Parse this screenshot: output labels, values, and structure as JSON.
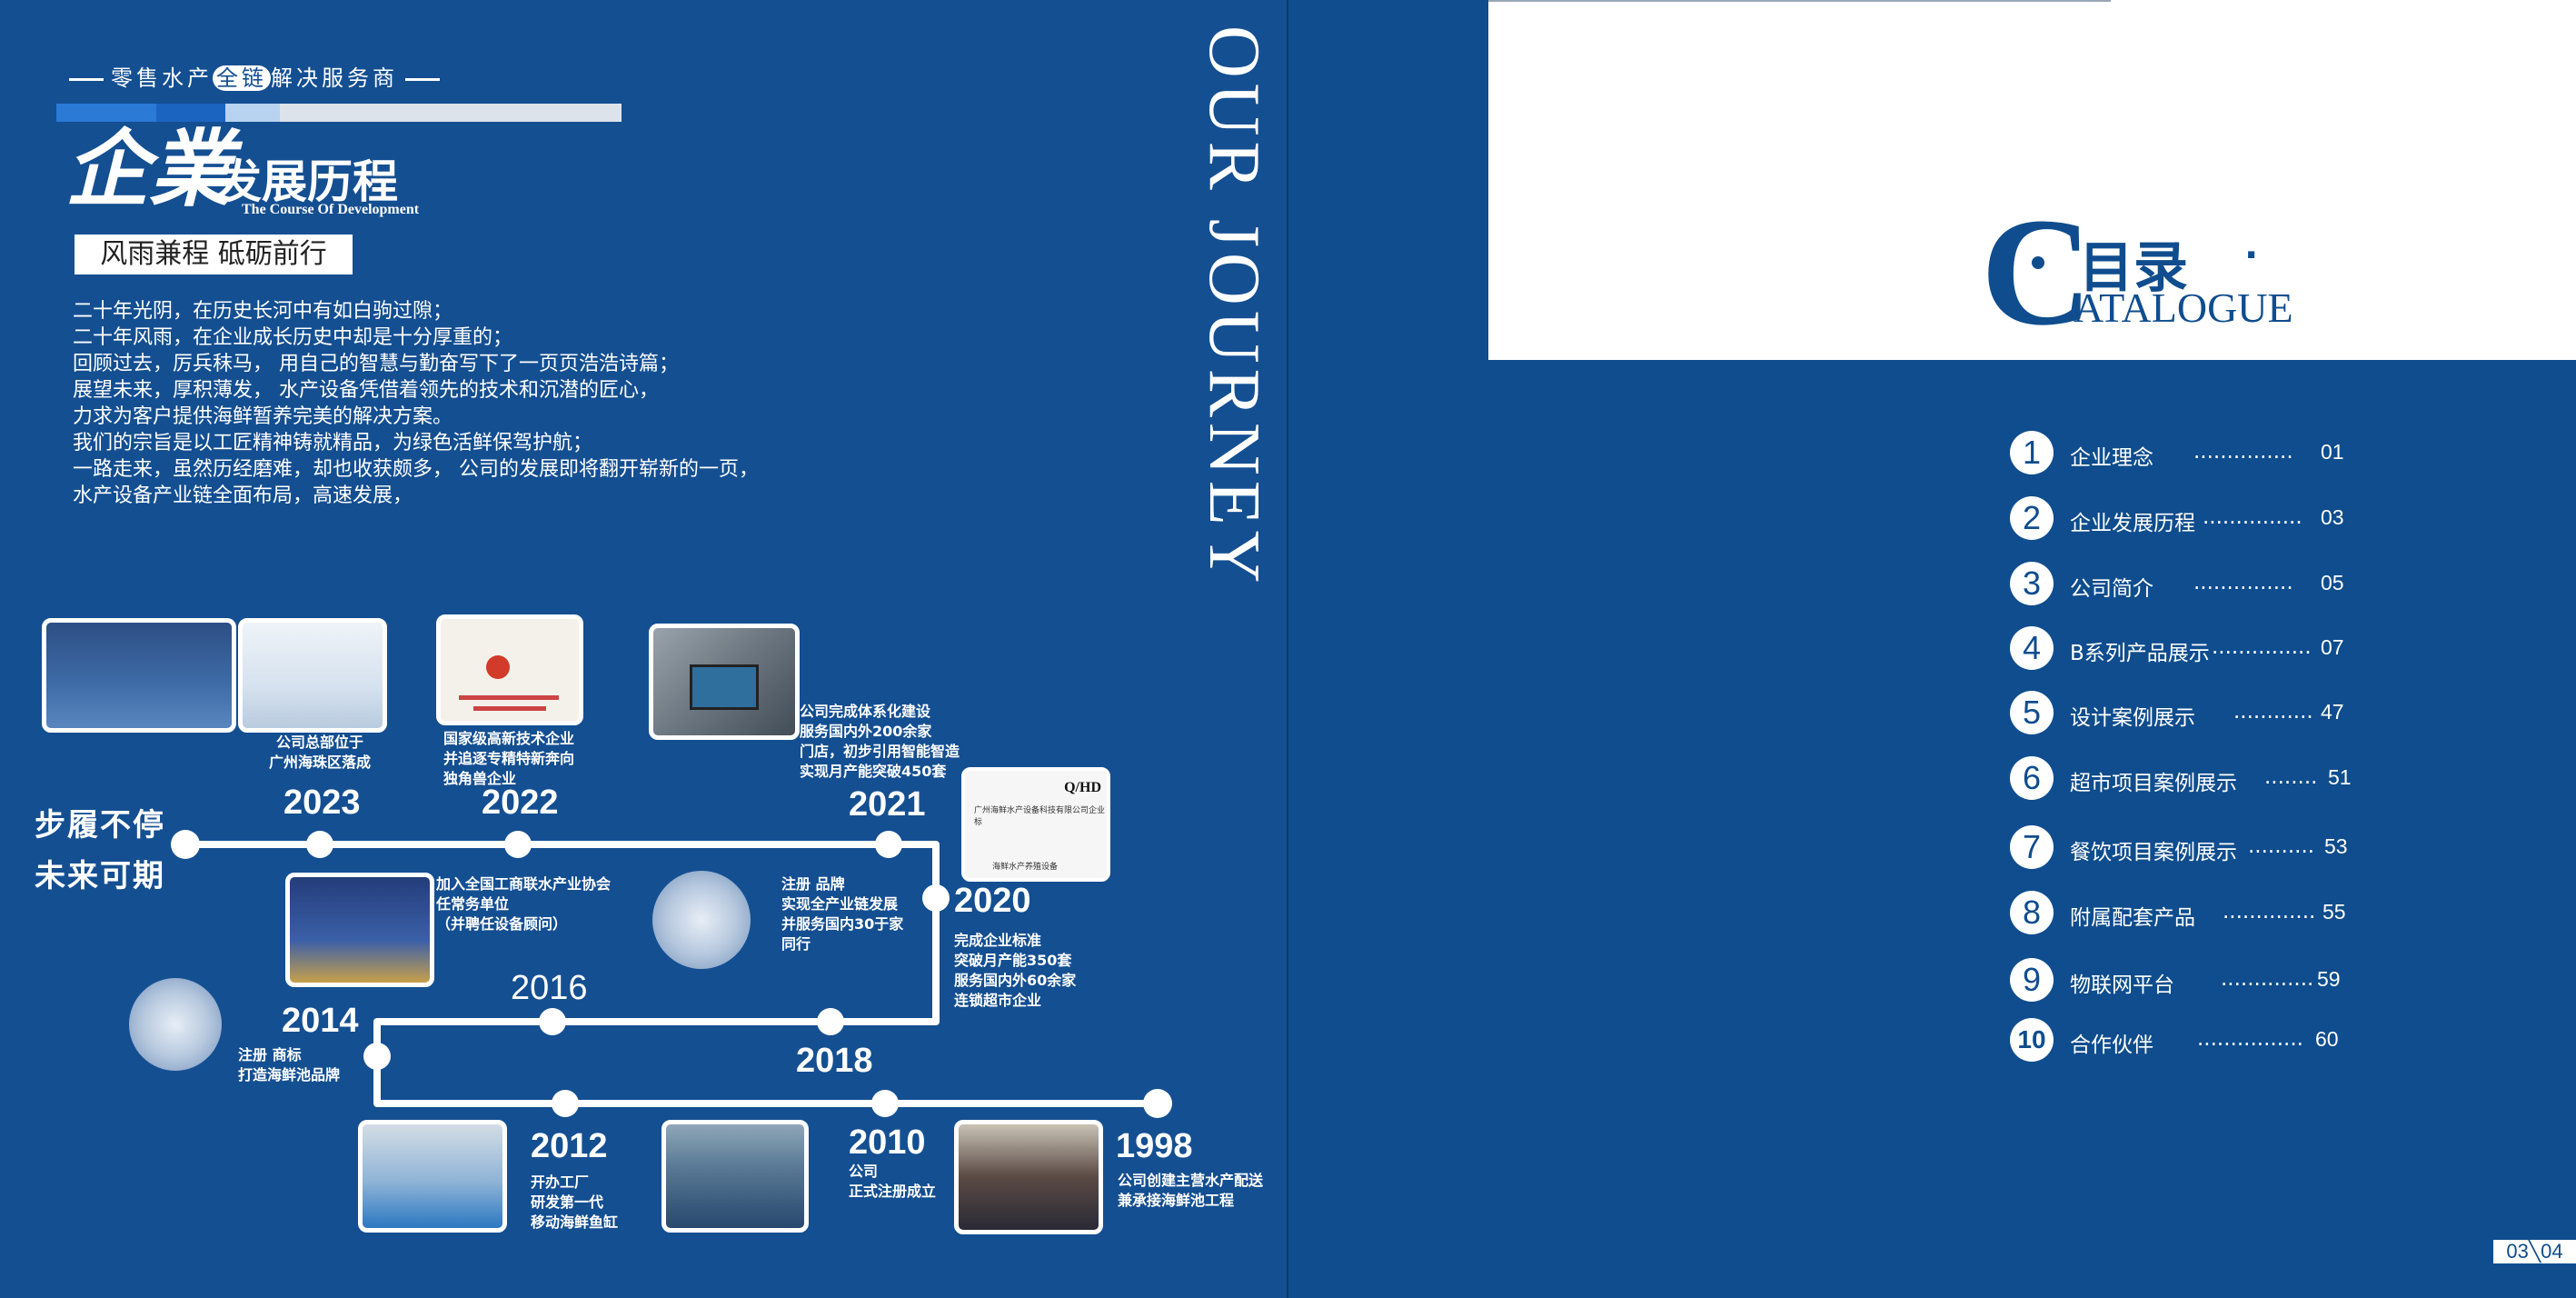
{
  "left": {
    "tagline_pre": "零售水产",
    "tagline_hl": "全链",
    "tagline_post": "解决服务商",
    "logo_script": "企業",
    "title_cn": "发展历程",
    "title_en": "The Course Of Development",
    "motto": "风雨兼程  砥砺前行",
    "intro": [
      "二十年光阴，在历史长河中有如白驹过隙；",
      "二十年风雨，在企业成长历史中却是十分厚重的；",
      "回顾过去，厉兵秣马，      用自己的智慧与勤奋写下了一页页浩浩诗篇；",
      "展望未来，厚积薄发，      水产设备凭借着领先的技术和沉潜的匠心，",
      "力求为客户提供海鲜暂养完美的解决方案。",
      "我们的宗旨是以工匠精神铸就精品，为绿色活鲜保驾护航；",
      "一路走来，虽然历经磨难，却也收获颇多，      公司的发展即将翻开崭新的一页，",
      "水产设备产业链全面布局，高速发展，"
    ],
    "vertical_title": "OUR JOURNEY",
    "slogan_line1": "步履不停",
    "slogan_line2": "未来可期",
    "milestones": {
      "y2023": {
        "year": "2023",
        "note": [
          "公司总部位于",
          "广州海珠区落成"
        ]
      },
      "y2022": {
        "year": "2022",
        "note": [
          "国家级高新技术企业",
          "并追逐专精特新奔向",
          "独角兽企业"
        ]
      },
      "y2021": {
        "year": "2021",
        "note": [
          "公司完成体系化建设",
          "服务国内外200余家",
          "门店，初步引用智能智造",
          "实现月产能突破450套"
        ]
      },
      "y2020": {
        "year": "2020",
        "note": [
          "完成企业标准",
          "突破月产能350套",
          "服务国内外60余家",
          "连锁超市企业"
        ]
      },
      "assoc": {
        "note": [
          "加入全国工商联水产业协会",
          "任常务单位",
          "（并聘任设备顾问）"
        ]
      },
      "brand": {
        "note": [
          "注册      品牌",
          "实现全产业链发展",
          "并服务国内30于家",
          "同行"
        ]
      },
      "y2016": {
        "year": "2016"
      },
      "y2018": {
        "year": "2018"
      },
      "y2014": {
        "year": "2014",
        "note": [
          "注册      商标",
          "打造海鲜池品牌"
        ]
      },
      "y2012": {
        "year": "2012",
        "note": [
          "开办工厂",
          "研发第一代",
          "移动海鲜鱼缸"
        ]
      },
      "y2010": {
        "year": "2010",
        "note": [
          "公司",
          "正式注册成立"
        ]
      },
      "y1998": {
        "year": "1998",
        "note": [
          "公司创建主营水产配送",
          "兼承接海鲜池工程"
        ]
      }
    },
    "doc_photo": {
      "code": "Q/HD",
      "line1": "广州海鲜水产设备科技有限公司企业标",
      "line2": "海鲜水产养殖设备"
    }
  },
  "right": {
    "catalogue_letter": "C",
    "catalogue_cn": "目录",
    "catalogue_dot": "·",
    "catalogue_en": "ATALOGUE",
    "toc": [
      {
        "num": "1",
        "label": "企业理念",
        "dots": "...............",
        "page": "01"
      },
      {
        "num": "2",
        "label": "企业发展历程",
        "dots": "...............",
        "page": "03"
      },
      {
        "num": "3",
        "label": "公司简介",
        "dots": "...............",
        "page": "05"
      },
      {
        "num": "4",
        "label": "B系列产品展示",
        "dots": "...............",
        "page": "07"
      },
      {
        "num": "5",
        "label": "设计案例展示",
        "dots": "............",
        "page": "47"
      },
      {
        "num": "6",
        "label": "超市项目案例展示",
        "dots": "........",
        "page": "51"
      },
      {
        "num": "7",
        "label": "餐饮项目案例展示",
        "dots": "..........",
        "page": "53"
      },
      {
        "num": "8",
        "label": "附属配套产品",
        "dots": "..............",
        "page": "55"
      },
      {
        "num": "9",
        "label": "物联网平台",
        "dots": "..............",
        "page": "59"
      },
      {
        "num": "10",
        "label": "合作伙伴",
        "dots": "................",
        "page": "60"
      }
    ],
    "page_number": "03╲04"
  }
}
